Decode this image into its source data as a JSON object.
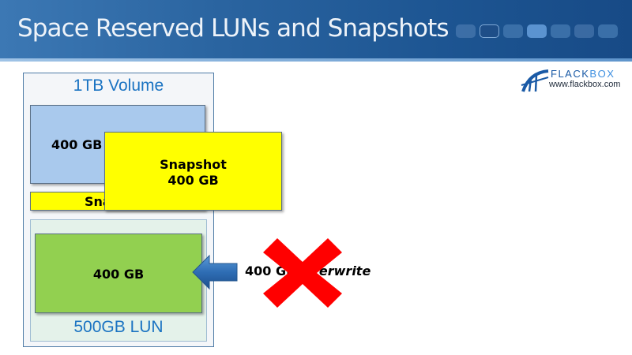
{
  "slide": {
    "title": "Space Reserved LUNs and Snapshots",
    "header_squares": [
      {
        "state": "faded"
      },
      {
        "state": "outlined"
      },
      {
        "state": "normal"
      },
      {
        "state": "highlighted"
      },
      {
        "state": "normal"
      },
      {
        "state": "faded"
      },
      {
        "state": "normal"
      }
    ]
  },
  "logo": {
    "brand_part1": "FLACK",
    "brand_part2": "BOX",
    "url": "www.flackbox.com",
    "icon": "bridge-icon"
  },
  "diagram": {
    "volume_label": "1TB Volume",
    "data_block_label": "400 GB",
    "snapshot_reserve_label": "Snapshot",
    "snapshot_popup": {
      "line1": "Snapshot",
      "line2": "400 GB"
    },
    "lun_label": "500GB LUN",
    "lun_data_label": "400 GB",
    "overwrite_label_start": "400 GB ",
    "overwrite_label_end": "Overwrite",
    "arrow_icon": "arrow-left-icon",
    "denied_icon": "red-x-icon",
    "colors": {
      "header": "#2a64a0",
      "volume_text": "#1a73c2",
      "data_block": "#a9c9ed",
      "snapshot": "#ffff00",
      "lun_bg": "#e4f2ea",
      "lun_data": "#92d050",
      "arrow": "#2e6db4",
      "cross": "#ff0000"
    }
  }
}
